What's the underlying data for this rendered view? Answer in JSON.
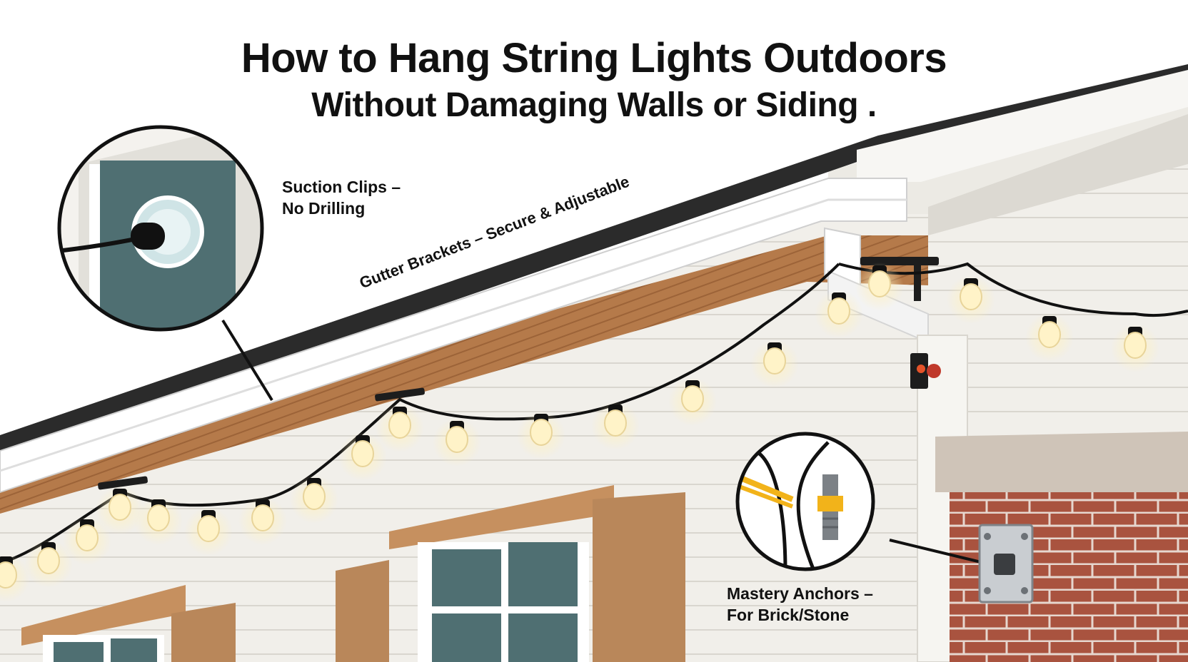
{
  "title": {
    "main": "How to Hang String Lights Outdoors",
    "sub": "Without Damaging Walls or Siding ."
  },
  "callouts": {
    "suction": {
      "line1": "Suction Clips –",
      "line2": "No Drilling"
    },
    "gutter": "Gutter Brackets – Secure & Adjustable",
    "masonry": {
      "line1": "Mastery Anchors –",
      "line2": "For Brick/Stone"
    }
  },
  "colors": {
    "siding": "#f1efea",
    "soffit": "#b57a4a",
    "roof": "#2b2b2b",
    "gutter": "#ffffff",
    "shutter": "#b9875a",
    "window_glass": "#4f6f72",
    "brick": "#a9533f",
    "bulb_glow": "#fff3c8",
    "strap": "#f2b31a"
  },
  "icons": [
    "suction-clip-icon",
    "gutter-bracket-icon",
    "masonry-anchor-icon",
    "string-light-bulb-icon"
  ]
}
